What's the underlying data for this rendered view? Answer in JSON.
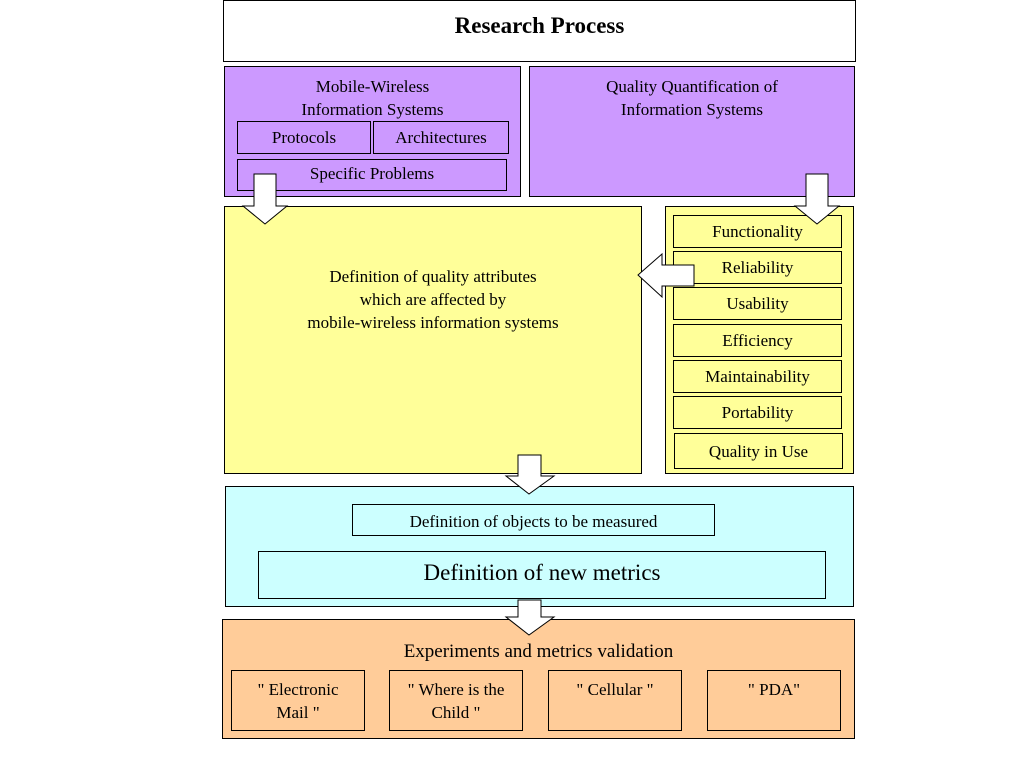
{
  "title": "Research Process",
  "colors": {
    "purple": "#cc99ff",
    "yellow": "#ffff99",
    "cyan": "#ccffff",
    "orange": "#ffcc99",
    "white": "#ffffff"
  },
  "mobile_wireless": {
    "heading": "Mobile-Wireless\nInformation Systems",
    "protocols": "Protocols",
    "architectures": "Architectures",
    "specific_problems": "Specific Problems"
  },
  "quality_quantification": {
    "heading": "Quality Quantification of\nInformation Systems"
  },
  "definition_attributes": "Definition of  quality attributes\nwhich are affected  by\nmobile-wireless information systems",
  "quality_attributes": [
    "Functionality",
    "Reliability",
    "Usability",
    "Efficiency",
    "Maintainability",
    "Portability",
    "Quality in Use"
  ],
  "measurement": {
    "objects": "Definition of objects to be measured",
    "metrics": "Definition of new metrics"
  },
  "experiments": {
    "heading": "Experiments and metrics validation",
    "cases": [
      "\"  Electronic\nMail  \"",
      "\"  Where is the\nChild \"",
      "\"  Cellular \"",
      "\"  PDA\""
    ]
  }
}
